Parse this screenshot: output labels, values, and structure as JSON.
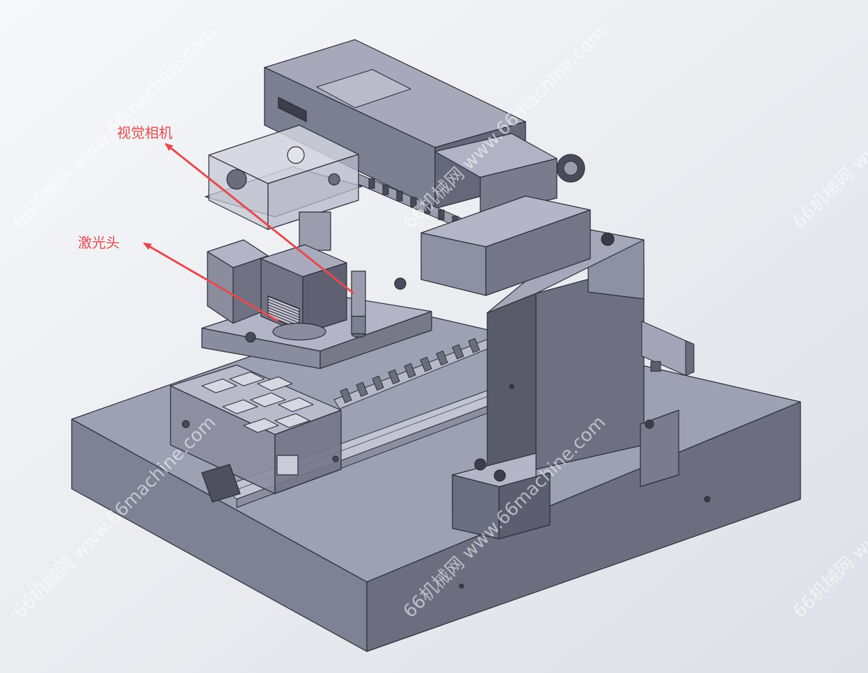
{
  "callouts": {
    "camera": "视觉相机",
    "laser": "激光头"
  },
  "watermark": {
    "text": "66机械网 www.66machine.com"
  },
  "colors": {
    "callout": "#e8494b",
    "background_top": "#f7f8fa",
    "background_bottom": "#dde0e6",
    "base_top": "#9ea0b4",
    "base_left": "#7f8195",
    "base_right": "#6c6e80",
    "edge": "#2b2c36",
    "watermark": "#ffffff"
  }
}
